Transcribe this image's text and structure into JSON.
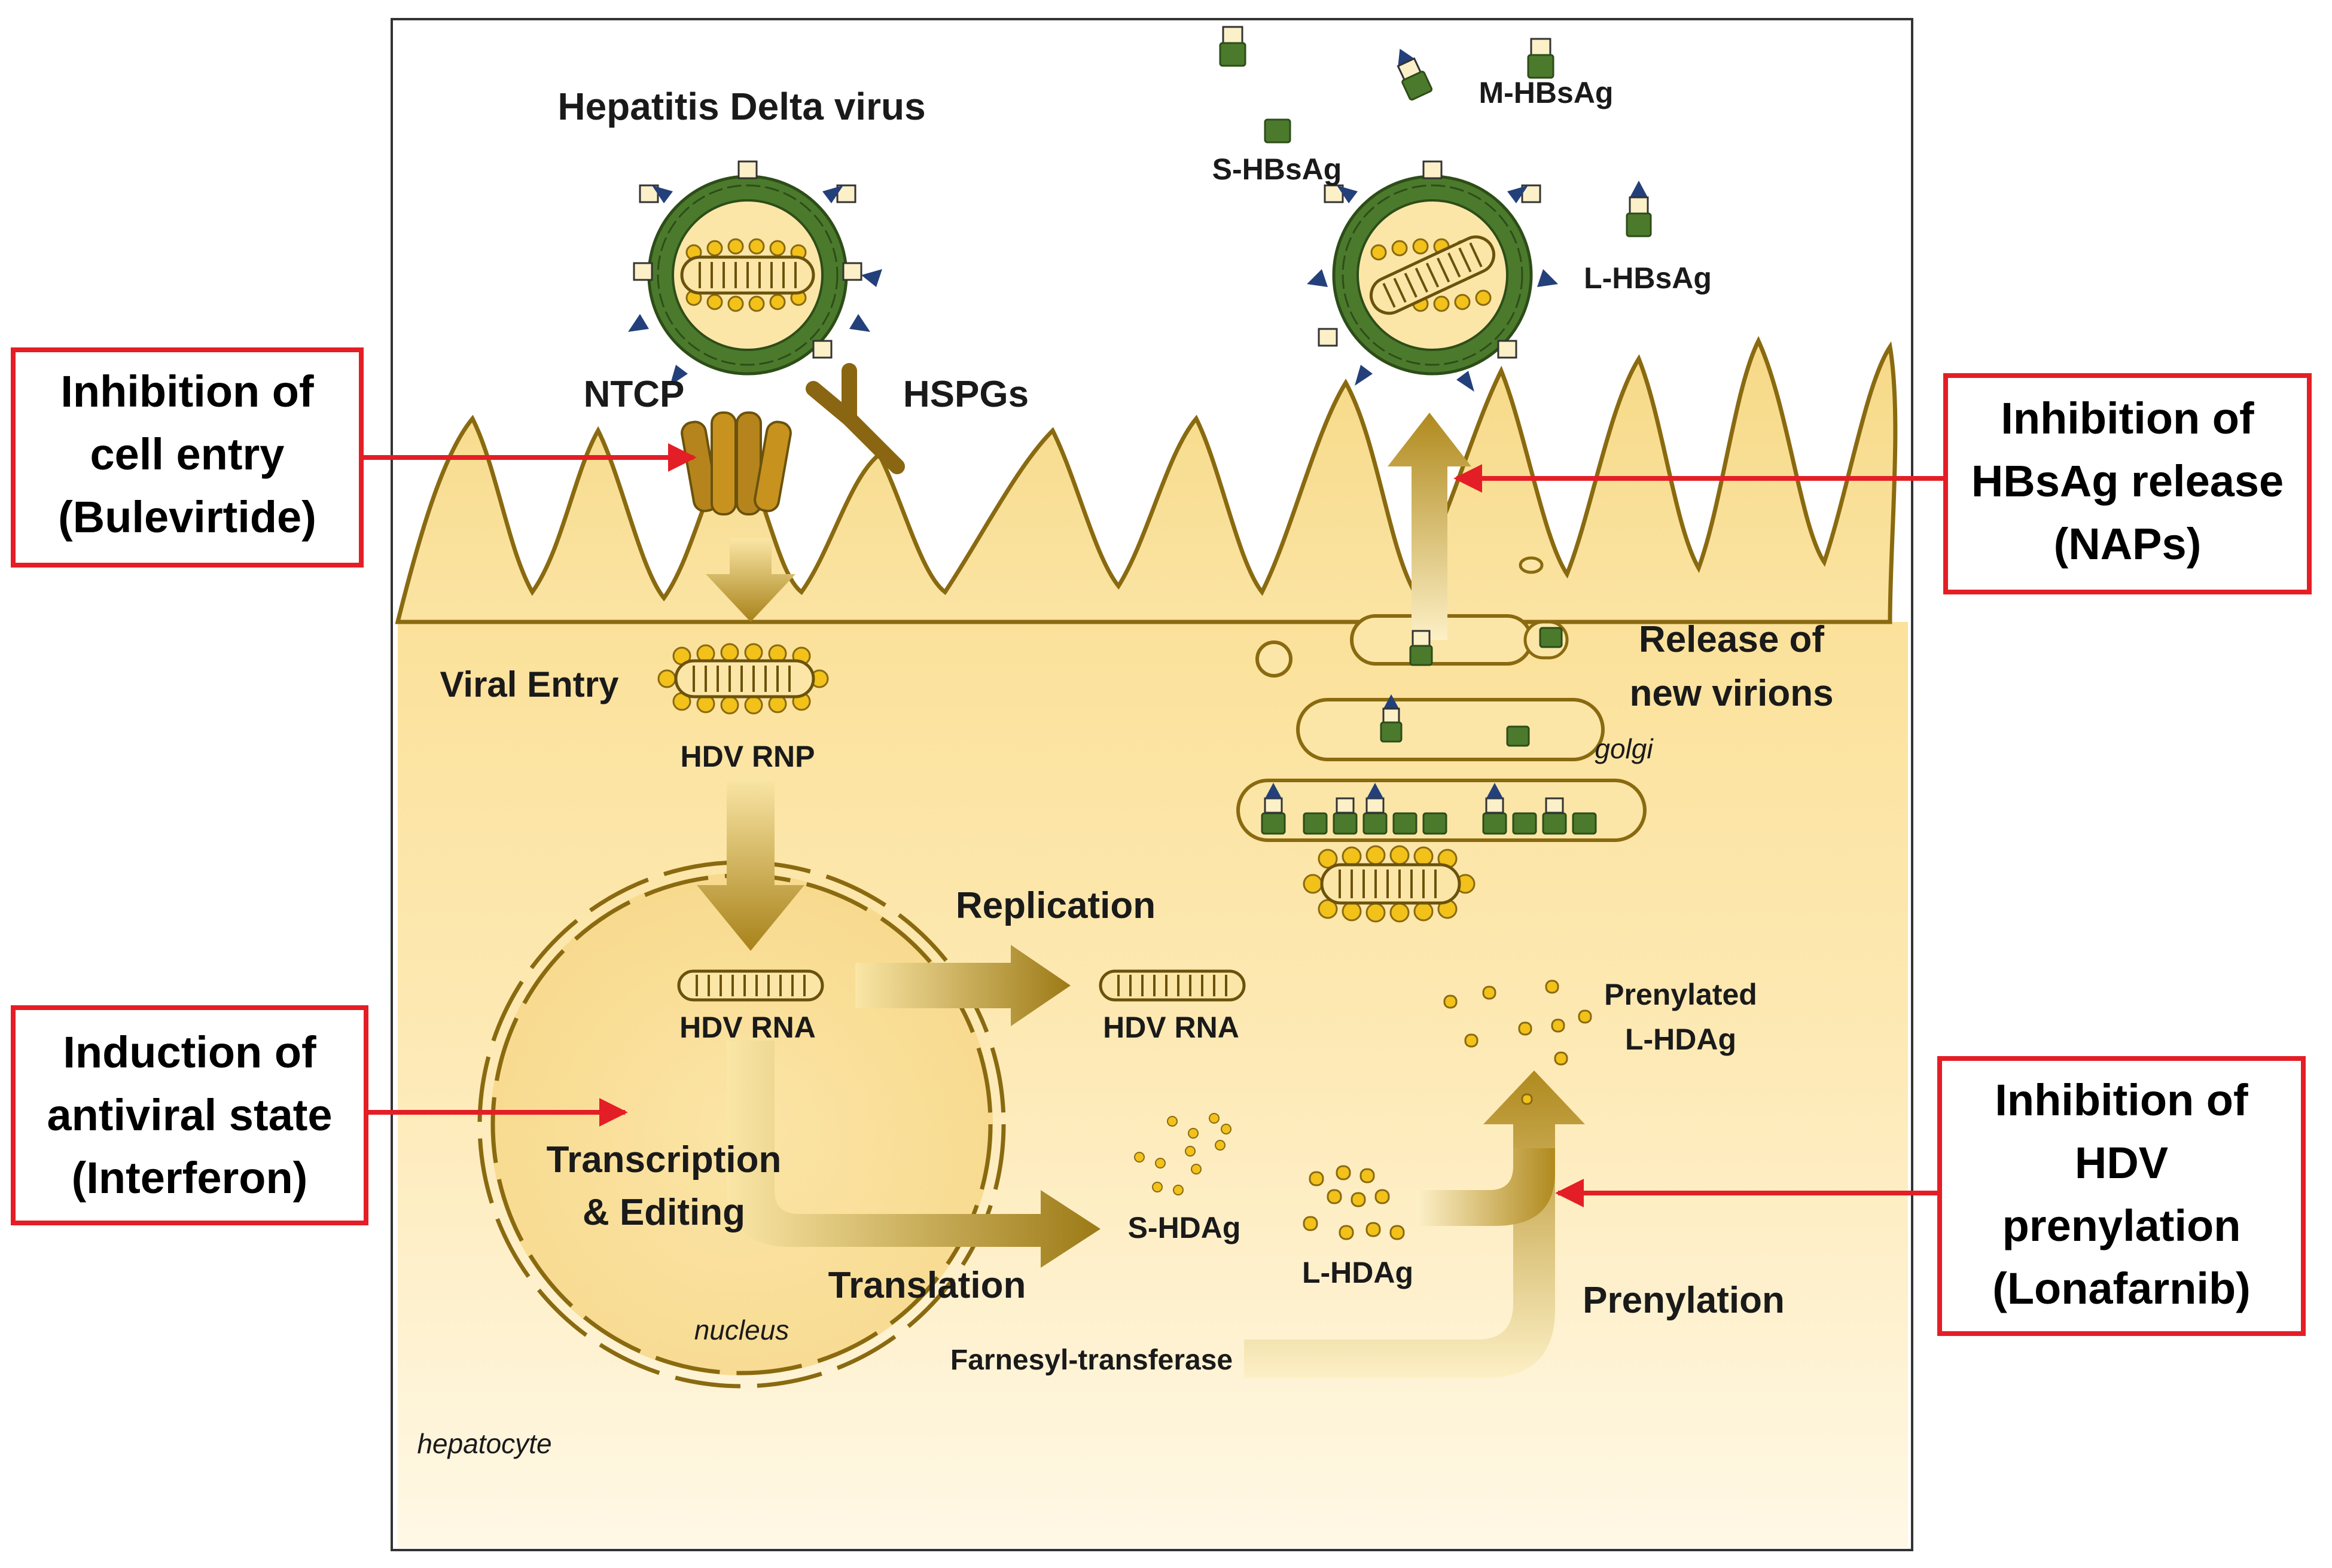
{
  "labels": {
    "virus_title": "Hepatitis Delta virus",
    "ntcp": "NTCP",
    "hspgs": "HSPGs",
    "viral_entry": "Viral Entry",
    "hdv_rnp": "HDV RNP",
    "replication": "Replication",
    "hdv_rna_nucleus": "HDV RNA",
    "hdv_rna_out": "HDV RNA",
    "transcription": "Transcription",
    "editing": "& Editing",
    "translation": "Translation",
    "nucleus": "nucleus",
    "hepatocyte": "hepatocyte",
    "s_hdag": "S-HDAg",
    "l_hdag": "L-HDAg",
    "prenylated": "Prenylated",
    "prenylated_l_hdag": "L-HDAg",
    "prenylation": "Prenylation",
    "farnesyl": "Farnesyl-transferase",
    "golgi": "golgi",
    "release_line1": "Release of",
    "release_line2": "new virions",
    "m_hbsag": "M-HBsAg",
    "s_hbsag": "S-HBsAg",
    "l_hbsag": "L-HBsAg"
  },
  "callouts": {
    "entry": [
      "Inhibition of",
      "cell entry",
      "(Bulevirtide)"
    ],
    "interferon": [
      "Induction of",
      "antiviral state",
      "(Interferon)"
    ],
    "nap": [
      "Inhibition of",
      "HBsAg release",
      "(NAPs)"
    ],
    "lonafarnib": [
      "Inhibition of",
      "HDV",
      "prenylation",
      "(Lonafarnib)"
    ]
  },
  "colors": {
    "cell_fill": "#fbe7a6",
    "cell_fill_light": "#fef6dc",
    "membrane": "#8a6a10",
    "envelope_green": "#4b7a2c",
    "rnp_gold": "#f2c11a",
    "arrow_gold": "#c89b1e",
    "callout_red": "#e41e26",
    "antigen_blue": "#24407a"
  }
}
